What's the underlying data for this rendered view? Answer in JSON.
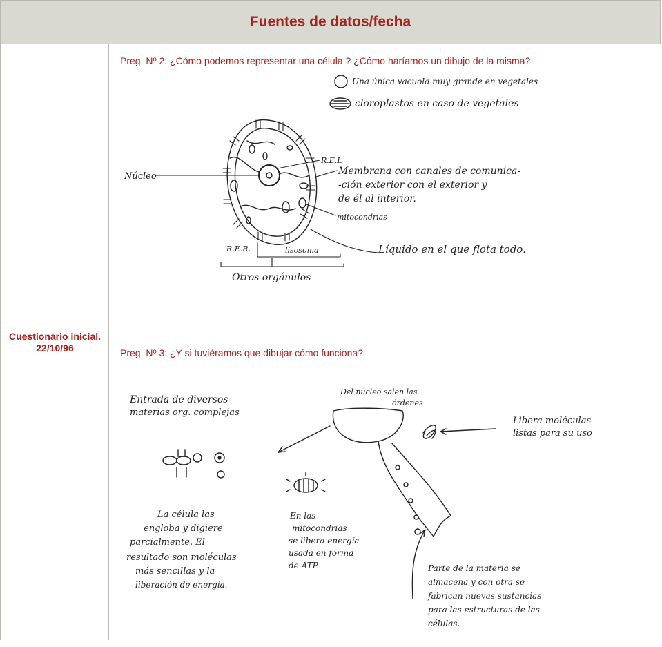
{
  "header": {
    "title": "Fuentes de datos/fecha"
  },
  "source": {
    "line1": "Cuestionario inicial.",
    "line2": "22/10/96"
  },
  "questions": [
    {
      "text": "Preg. Nº 2: ¿Cómo podemos representar una célula ? ¿Cómo haríamos un dibujo de la misma?"
    },
    {
      "text": "Preg. Nº 3: ¿Y si tuviéramos que dibujar cómo funciona?"
    }
  ],
  "drawing1": {
    "legend_vacuole": "Una única vacuola muy grande en vegetales",
    "legend_chloroplast": "cloroplastos en caso de vegetales",
    "nucleus": "Núcleo",
    "rel": "R.E.L",
    "membrane_1": "Membrana con canales de comunica-",
    "membrane_2": "-ción exterior con el exterior y",
    "membrane_3": "de él al interior.",
    "mitochondria": "mitocondrias",
    "rer": "R.E.R.",
    "lysosome": "lisosoma",
    "liquid": "Líquido en el que flota todo.",
    "organelles": "Otros orgánulos"
  },
  "drawing2": {
    "entry_1": "Entrada de diversos",
    "entry_2": "materias org. complejas",
    "nucleus_1": "Del núcleo salen las",
    "nucleus_2": "órdenes",
    "release_1": "Libera moléculas",
    "release_2": "listas para su uso",
    "engulf_1": "La célula las",
    "engulf_2": "engloba y digiere",
    "engulf_3": "parcialmente. El",
    "engulf_4": "resultado son moléculas",
    "engulf_5": "más sencillas y la",
    "engulf_6": "liberación de energía.",
    "mito_1": "En las",
    "mito_2": "mitocondrias",
    "mito_3": "se libera energía",
    "mito_4": "usada en forma",
    "mito_5": "de ATP.",
    "store_1": "Parte de la materia se",
    "store_2": "almacena y con otra se",
    "store_3": "fabrican nuevas sustancias",
    "store_4": "para las estructuras de las",
    "store_5": "células."
  }
}
